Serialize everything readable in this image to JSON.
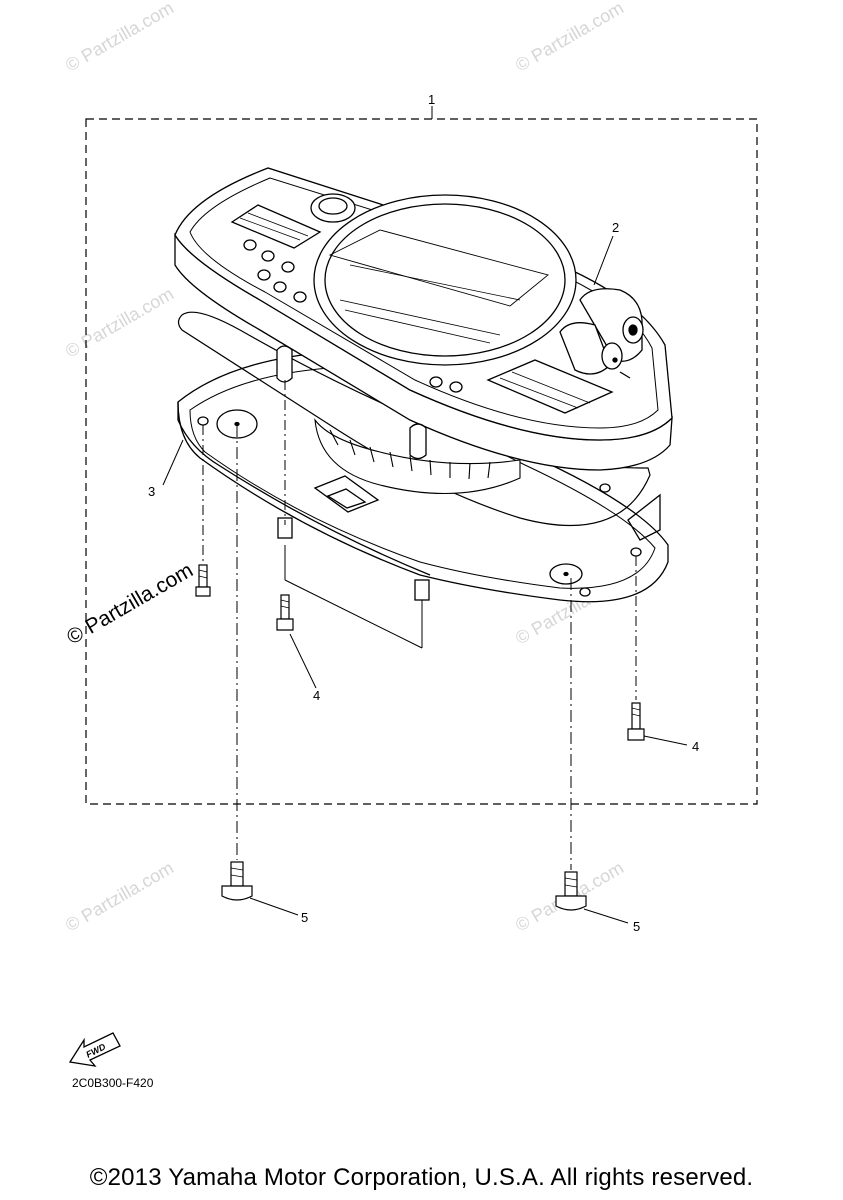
{
  "callouts": {
    "c1": "1",
    "c2": "2",
    "c3": "3",
    "c4a": "4",
    "c4b": "4",
    "c5a": "5",
    "c5b": "5"
  },
  "watermarks": {
    "text": "© Partzilla.com",
    "text_dark": "© Partzilla.com"
  },
  "fwd_label": "FWD",
  "diagram_code": "2C0B300-F420",
  "copyright": "©2013 Yamaha Motor Corporation, U.S.A. All rights reserved."
}
